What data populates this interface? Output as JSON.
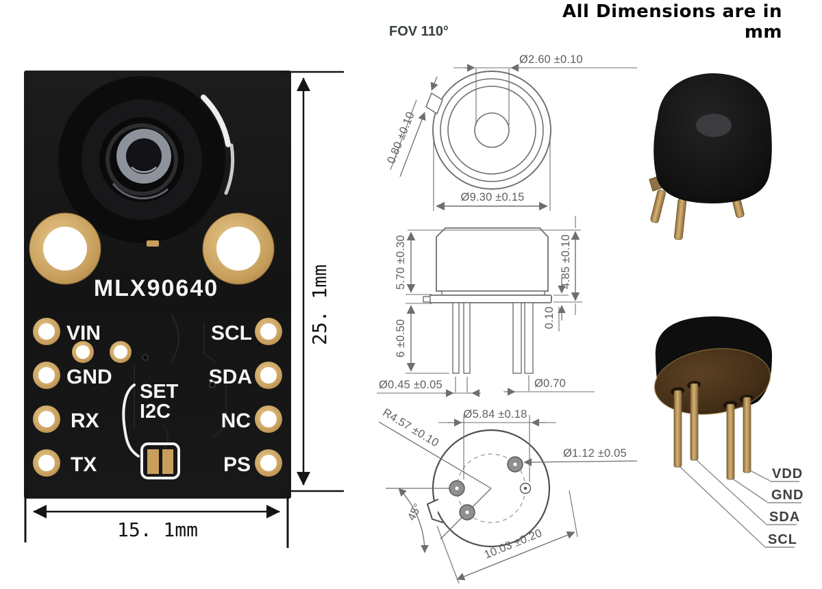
{
  "title": "All Dimensions are in mm",
  "board": {
    "chip_label": "MLX90640",
    "left_pins": [
      "VIN",
      "GND",
      "RX",
      "TX"
    ],
    "right_pins": [
      "SCL",
      "SDA",
      "NC",
      "PS"
    ],
    "jumper_line1": "SET",
    "jumper_line2": "I2C",
    "height_dim": "25. 1mm",
    "width_dim": "15. 1mm"
  },
  "drawings": {
    "fov_label": "FOV 110°",
    "top_view": {
      "aperture_dia": "Ø2.60 ±0.10",
      "tab_width": "0.80 ±0.10",
      "cap_dia": "Ø9.30 ±0.15"
    },
    "side_view": {
      "cap_height": "5.70 ±0.30",
      "window_height": "4.85 ±0.10",
      "flange_thickness": "0.10",
      "pin_length": "6 ±0.50",
      "pin_dia_thin": "Ø0.45 ±0.05",
      "pin_dia_thick": "Ø0.70"
    },
    "bottom_view": {
      "pin_circle_dia": "Ø5.84 ±0.18",
      "tab_radius": "R4.57 ±0.10",
      "pin_hole_dia": "Ø1.12 ±0.05",
      "tab_angle": "45°",
      "flange_dia": "10.03 ±0.20"
    }
  },
  "renders": {
    "pin_labels": [
      "VDD",
      "GND",
      "SDA",
      "SCL"
    ]
  },
  "colors": {
    "pcb": "#161616",
    "gold_pad": "#c79e5c",
    "silkscreen": "#f5f5f5",
    "drawing_line": "#6e6e6e",
    "dimension_text": "#5f5f5f",
    "pcb_dimension": "#151515",
    "can_body": "#141414",
    "can_base_brown": "#4a3018",
    "pin_gold": "#a9854c",
    "pin_label_text": "#3f3f3f",
    "title": "#050505"
  }
}
